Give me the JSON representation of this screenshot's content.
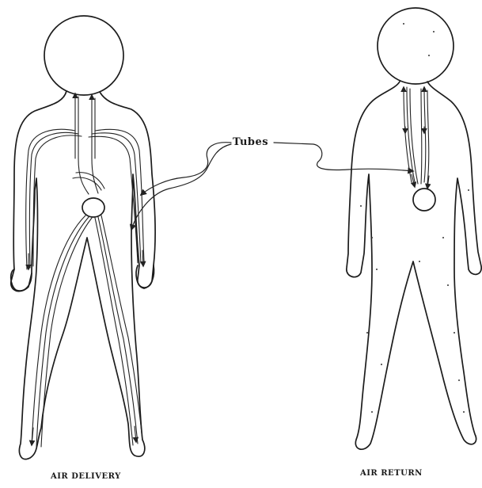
{
  "labels": {
    "tubes": "Tubes",
    "air_delivery": "AIR DELIVERY",
    "air_return": "AIR RETURN"
  },
  "figures": [
    {
      "id": "air-delivery",
      "caption_key": "labels.air_delivery"
    },
    {
      "id": "air-return",
      "caption_key": "labels.air_return"
    }
  ],
  "colors": {
    "ink": "#1c1c1c",
    "background": "#ffffff"
  }
}
